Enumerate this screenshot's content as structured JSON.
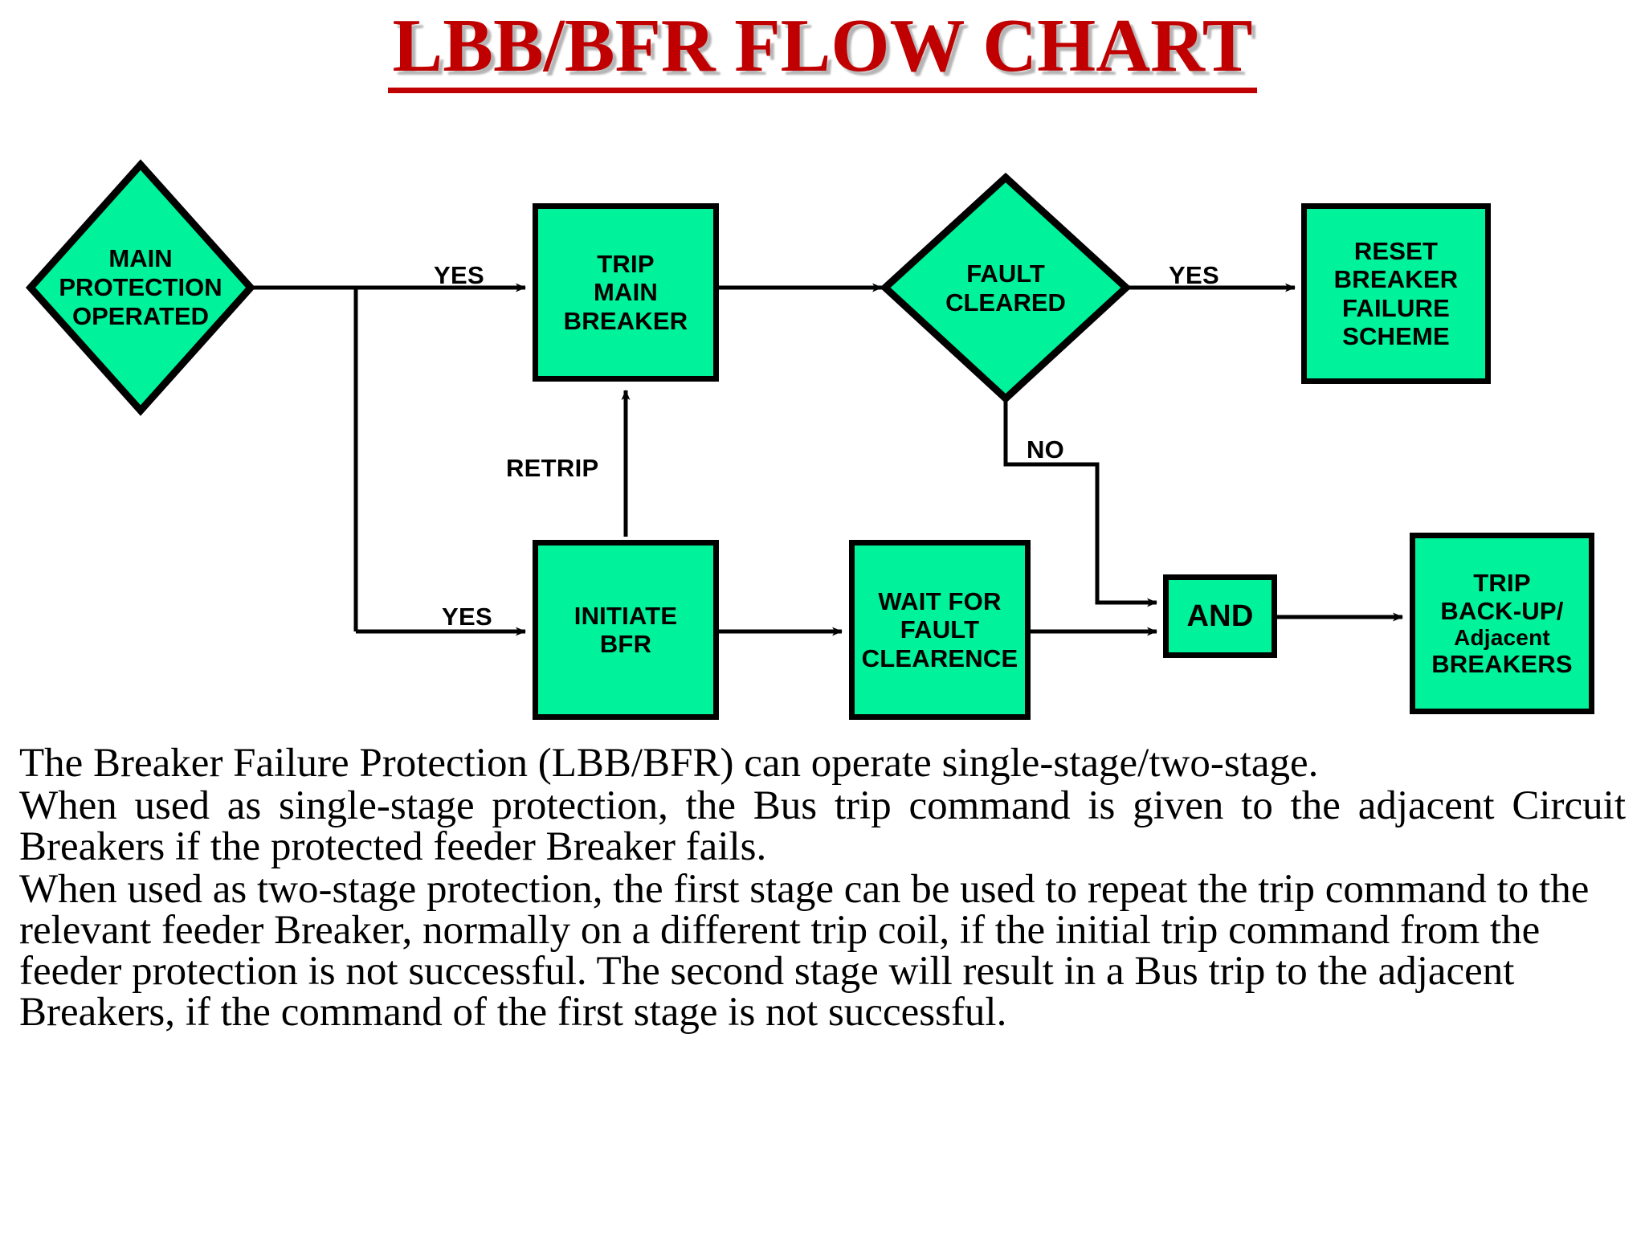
{
  "title": "LBB/BFR FLOW CHART",
  "colors": {
    "title_red": "#c00000",
    "node_fill": "#00F29A",
    "node_border": "#000000",
    "background": "#ffffff"
  },
  "flowchart": {
    "nodes": [
      {
        "id": "main-protection-operated",
        "shape": "diamond",
        "text": "MAIN\nPROTECTION\nOPERATED",
        "line1": "MAIN",
        "line2": "PROTECTION",
        "line3": "OPERATED"
      },
      {
        "id": "trip-main-breaker",
        "shape": "rect",
        "text": "TRIP\nMAIN\nBREAKER",
        "line1": "TRIP",
        "line2": "MAIN",
        "line3": "BREAKER"
      },
      {
        "id": "fault-cleared",
        "shape": "diamond",
        "text": "FAULT\nCLEARED",
        "line1": "FAULT",
        "line2": "CLEARED"
      },
      {
        "id": "reset-breaker-failure-scheme",
        "shape": "rect",
        "text": "RESET\nBREAKER\nFAILURE\nSCHEME",
        "line1": "RESET",
        "line2": "BREAKER",
        "line3": "FAILURE",
        "line4": "SCHEME"
      },
      {
        "id": "initiate-bfr",
        "shape": "rect",
        "text": "INITIATE\nBFR",
        "line1": "INITIATE",
        "line2": "BFR"
      },
      {
        "id": "wait-for-fault-clearence",
        "shape": "rect",
        "text": "WAIT FOR\nFAULT\nCLEARENCE",
        "line1": "WAIT FOR",
        "line2": "FAULT",
        "line3": "CLEARENCE"
      },
      {
        "id": "and-gate",
        "shape": "rect",
        "text": "AND",
        "line1": "AND"
      },
      {
        "id": "trip-backup-adjacent-breakers",
        "shape": "rect",
        "text": "TRIP\nBACK-UP/\nAdjacent\nBREAKERS",
        "line1": "TRIP",
        "line2": "BACK-UP/",
        "line3": "Adjacent",
        "line4": "BREAKERS"
      }
    ],
    "edge_labels": {
      "yes_trip_main": "YES",
      "yes_initiate_bfr": "YES",
      "yes_reset_scheme": "YES",
      "no_fault_cleared": "NO",
      "retrip": "RETRIP"
    }
  },
  "body": {
    "paragraph_1": "The Breaker Failure Protection (LBB/BFR) can operate single-stage/two-stage.",
    "paragraph_2": "When used as single-stage protection, the Bus trip command is given to the adjacent Circuit Breakers if the protected feeder Breaker fails.",
    "paragraph_3": "When used as two-stage protection, the first stage can be used to repeat the trip command to the relevant feeder Breaker, normally on a different trip coil, if the initial trip command from the feeder protection is not successful. The second stage will result in a Bus trip to the adjacent Breakers, if the command of the first stage is not successful."
  }
}
